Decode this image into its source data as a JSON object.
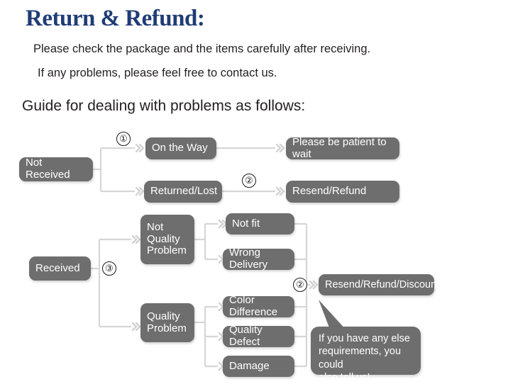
{
  "header": {
    "title": "Return & Refund:",
    "line1": "Please check the package and the items carefully after receiving.",
    "line2": "If any problems, please feel free to contact us.",
    "guide": "Guide for dealing with problems as follows:"
  },
  "colors": {
    "title_blue": "#1f3c76",
    "node_gray": "#6e6e6e",
    "line_gray": "#d6d6d6",
    "text_black": "#231f20",
    "background": "#ffffff"
  },
  "flow": {
    "nodes": [
      {
        "id": "not-received",
        "label": "Not Received"
      },
      {
        "id": "on-the-way",
        "label": "On the Way"
      },
      {
        "id": "returned-lost",
        "label": "Returned/Lost"
      },
      {
        "id": "be-patient",
        "label": "Please be patient to wait"
      },
      {
        "id": "resend-refund",
        "label": "Resend/Refund"
      },
      {
        "id": "received",
        "label": "Received"
      },
      {
        "id": "not-quality-problem",
        "label": "Not\nQuality\nProblem"
      },
      {
        "id": "quality-problem",
        "label": "Quality\nProblem"
      },
      {
        "id": "not-fit",
        "label": "Not fit"
      },
      {
        "id": "wrong-delivery",
        "label": "Wrong Delivery"
      },
      {
        "id": "color-difference",
        "label": "Color Difference"
      },
      {
        "id": "quality-defect",
        "label": "Quality Defect"
      },
      {
        "id": "damage",
        "label": "Damage"
      },
      {
        "id": "resend-refund-discount",
        "label": "Resend/Refund/Discount"
      }
    ],
    "markers": [
      {
        "id": "marker-1",
        "label": "①"
      },
      {
        "id": "marker-2-top",
        "label": "②"
      },
      {
        "id": "marker-3",
        "label": "③"
      },
      {
        "id": "marker-2-bottom",
        "label": "②"
      }
    ],
    "callout": {
      "text": "If you have any else\nrequirements, you could\nalso tell us!"
    }
  }
}
